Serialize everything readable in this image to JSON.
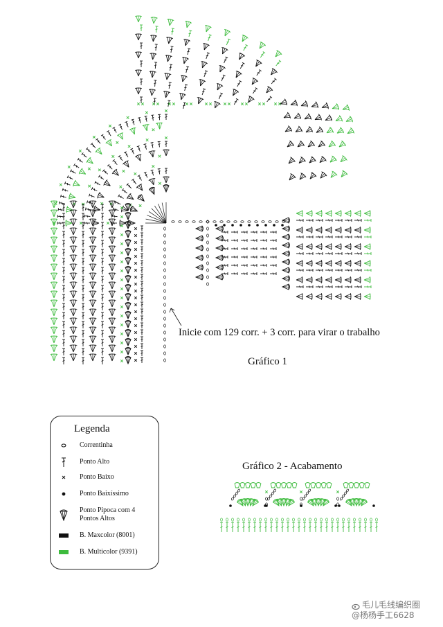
{
  "chart1": {
    "start_note": "Inicie com 129 corr. + 3 corr. para virar o trabalho",
    "title": "Gráfico 1"
  },
  "chart2": {
    "title": "Gráfico 2 - Acabamento"
  },
  "legend": {
    "title": "Legenda",
    "items": [
      {
        "label": "Correntinha",
        "symbol": "chain-oval"
      },
      {
        "label": "Ponto Alto",
        "symbol": "double-crochet"
      },
      {
        "label": "Ponto Baixo",
        "symbol": "single-crochet-x"
      },
      {
        "label": "Ponto Baixíssimo",
        "symbol": "slip-stitch-dot"
      },
      {
        "label": "Ponto Pipoca com 4 Pontos Altos",
        "symbol": "popcorn"
      },
      {
        "label": "B. Maxcolor (8001)",
        "symbol": "swatch",
        "color": "#111111"
      },
      {
        "label": "B. Multicolor (9391)",
        "symbol": "swatch",
        "color": "#3dbb3d"
      }
    ]
  },
  "watermark": {
    "line1": "毛儿毛线编织圈",
    "line2": "@杨杨手工6628"
  },
  "colors": {
    "black_yarn": "#111111",
    "green_yarn": "#3dbb3d"
  }
}
